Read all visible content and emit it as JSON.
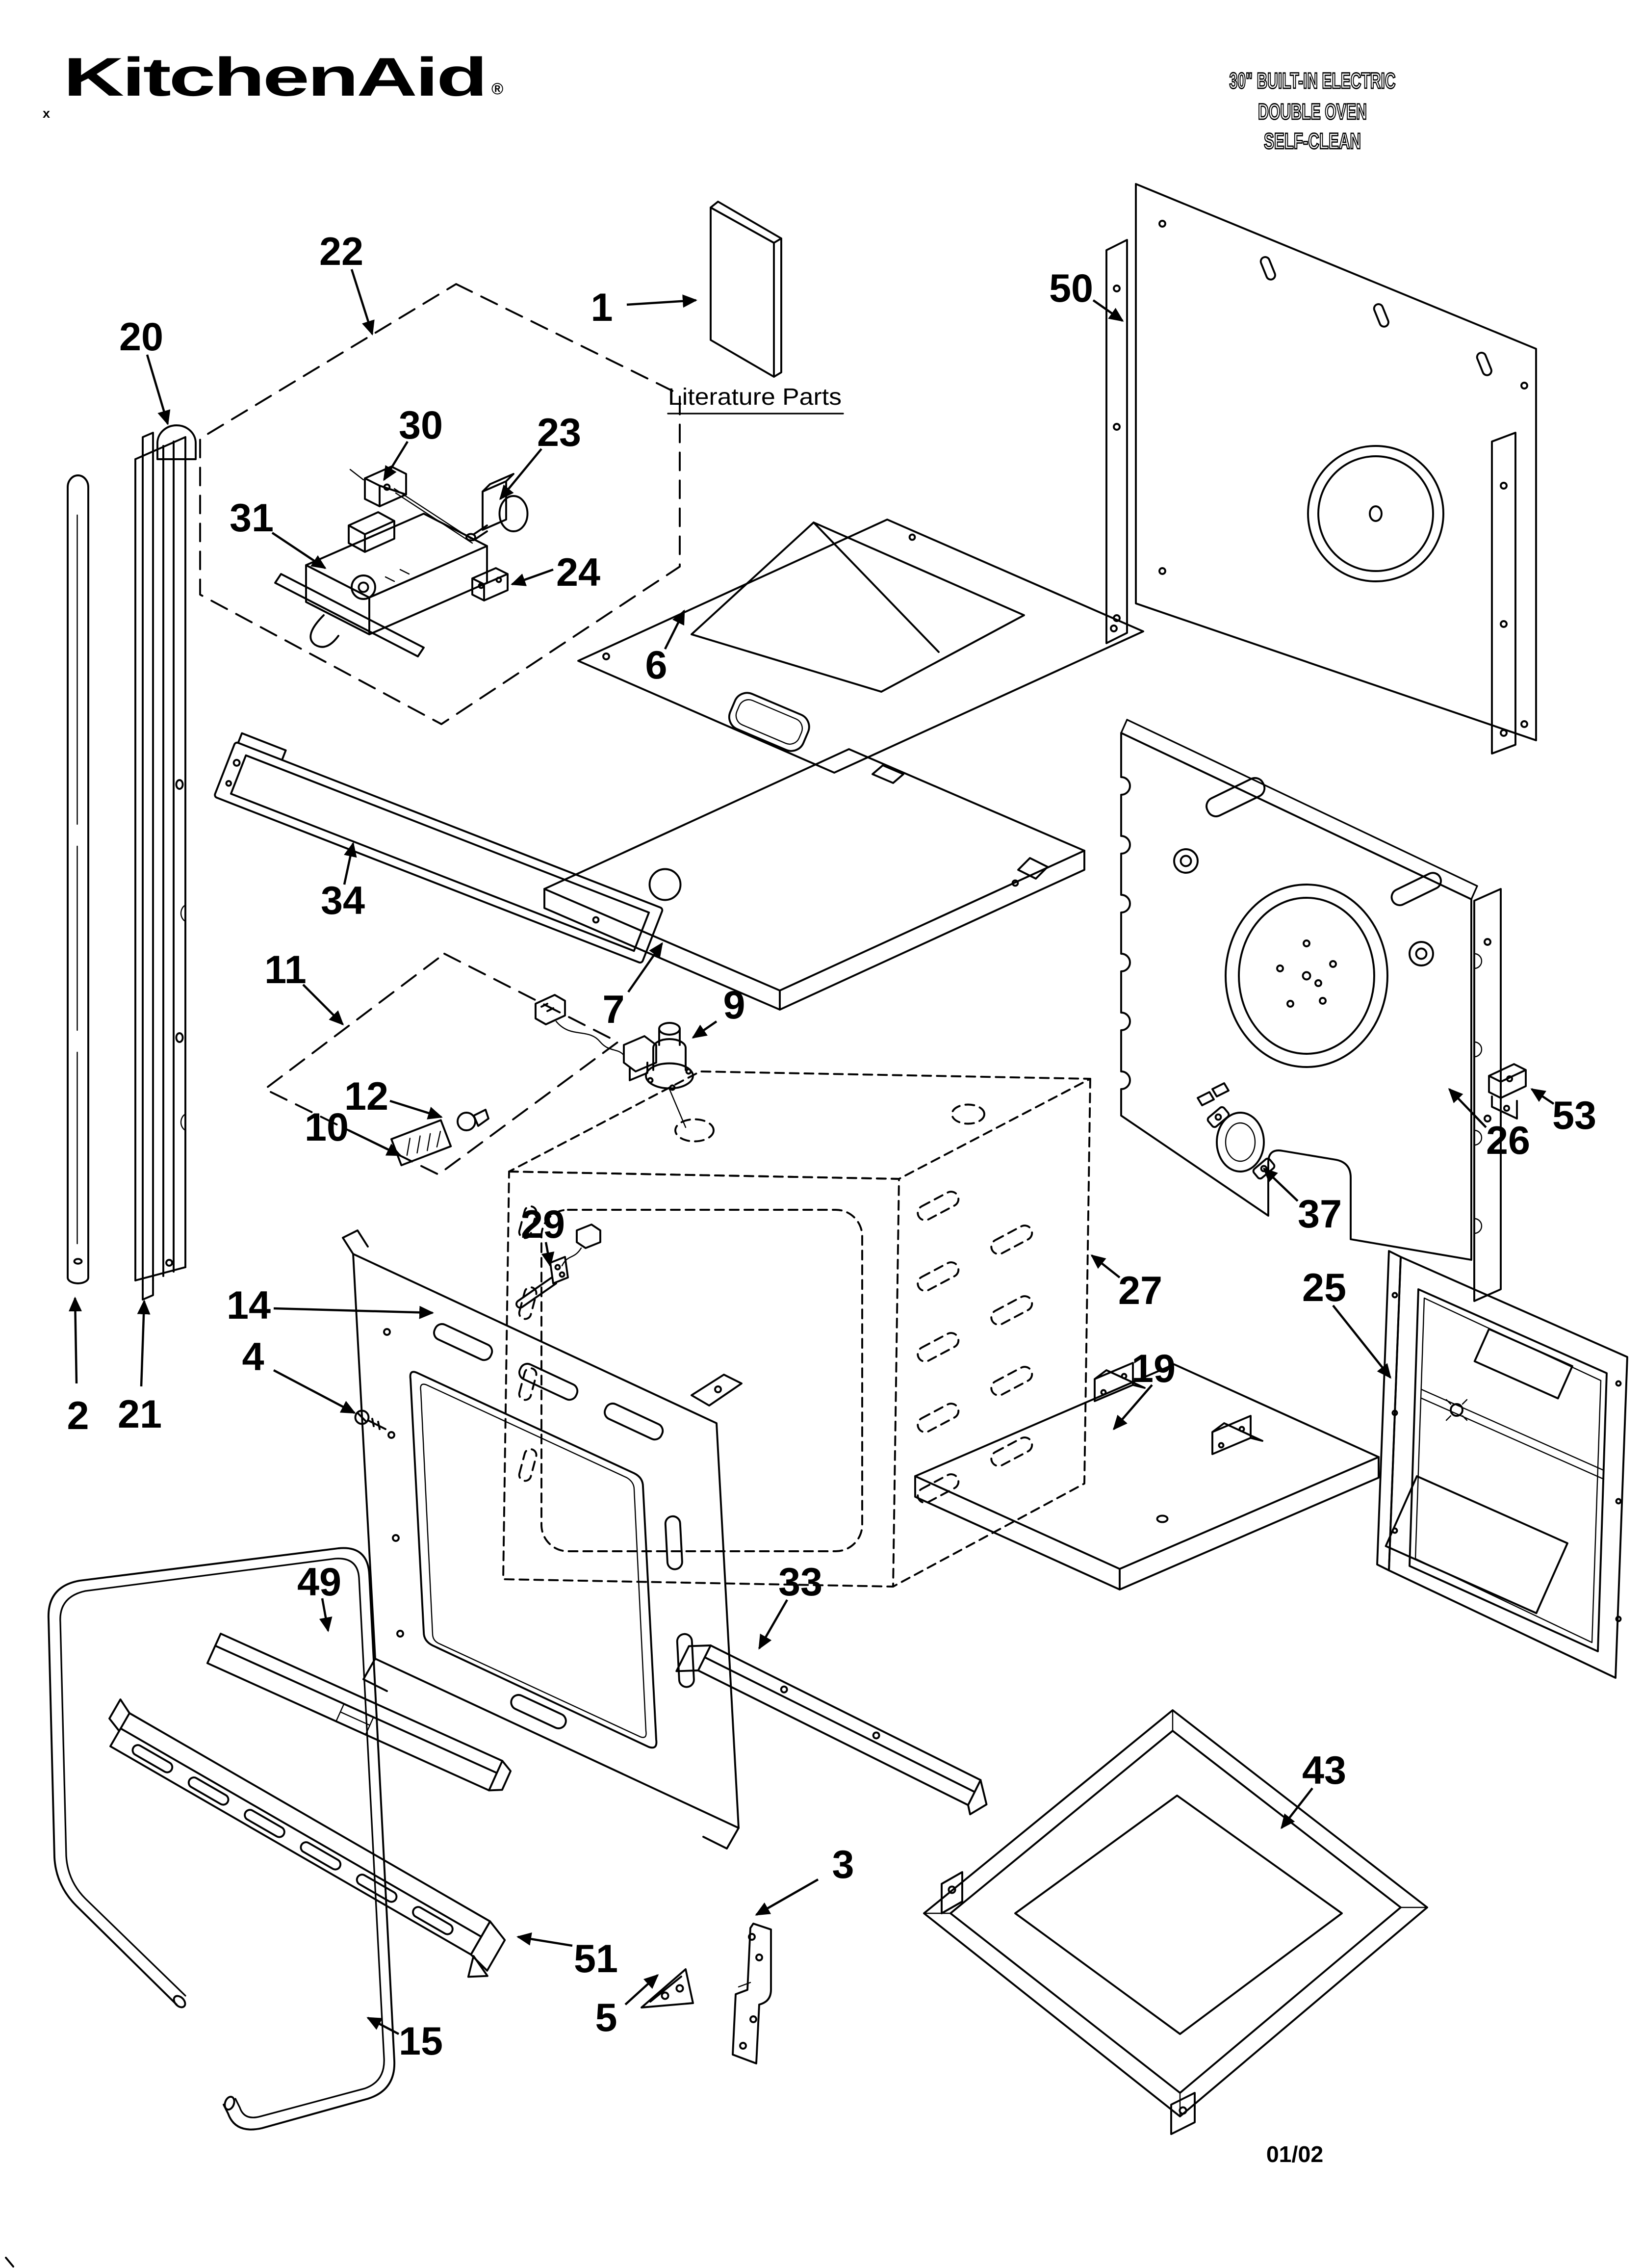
{
  "page": {
    "brand": "KitchenAid",
    "registered_mark": "®",
    "corner_mark": "x",
    "title_lines": [
      "30\" BUILT-IN ELECTRIC",
      "DOUBLE OVEN",
      "SELF-CLEAN"
    ],
    "literature_label": "Literature Parts",
    "date_code": "01/02",
    "colors": {
      "ink": "#000000",
      "paper": "#ffffff"
    }
  },
  "parts": {
    "p1": {
      "number": "1"
    },
    "p2": {
      "number": "2"
    },
    "p3": {
      "number": "3"
    },
    "p4": {
      "number": "4"
    },
    "p5": {
      "number": "5"
    },
    "p6": {
      "number": "6"
    },
    "p7": {
      "number": "7"
    },
    "p9": {
      "number": "9"
    },
    "p10": {
      "number": "10"
    },
    "p11": {
      "number": "11"
    },
    "p12": {
      "number": "12"
    },
    "p14": {
      "number": "14"
    },
    "p15": {
      "number": "15"
    },
    "p19": {
      "number": "19"
    },
    "p20": {
      "number": "20"
    },
    "p21": {
      "number": "21"
    },
    "p22": {
      "number": "22"
    },
    "p23": {
      "number": "23"
    },
    "p24": {
      "number": "24"
    },
    "p25": {
      "number": "25"
    },
    "p26": {
      "number": "26"
    },
    "p27": {
      "number": "27"
    },
    "p29": {
      "number": "29"
    },
    "p30": {
      "number": "30"
    },
    "p31": {
      "number": "31"
    },
    "p33": {
      "number": "33"
    },
    "p34": {
      "number": "34"
    },
    "p37": {
      "number": "37"
    },
    "p43": {
      "number": "43"
    },
    "p49": {
      "number": "49"
    },
    "p50": {
      "number": "50"
    },
    "p51": {
      "number": "51"
    },
    "p53": {
      "number": "53"
    }
  }
}
